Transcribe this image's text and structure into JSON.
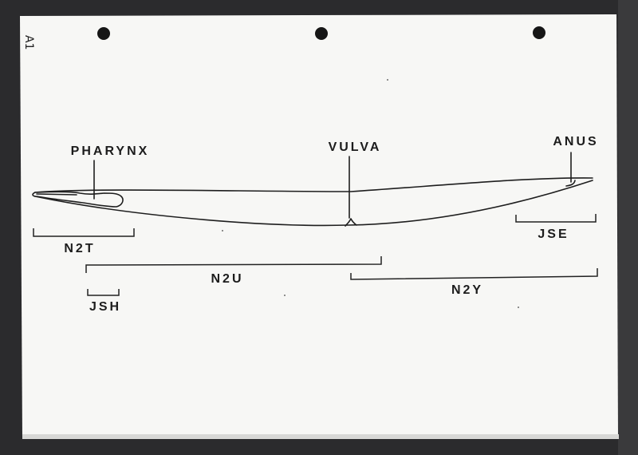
{
  "sheet": {
    "corner_note": "A1"
  },
  "labels": {
    "pharynx": "PHARYNX",
    "vulva": "VULVA",
    "anus": "ANUS"
  },
  "regions": [
    {
      "id": "n2t",
      "label": "N2T"
    },
    {
      "id": "n2u",
      "label": "N2U"
    },
    {
      "id": "jsh",
      "label": "JSH"
    },
    {
      "id": "n2y",
      "label": "N2Y"
    },
    {
      "id": "jse",
      "label": "JSE"
    }
  ]
}
